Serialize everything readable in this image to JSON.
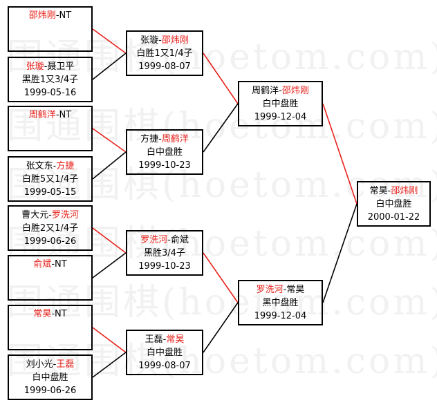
{
  "watermark": "围通围棋(hoetom.com)",
  "colors": {
    "winner": "#e8201a",
    "line_win": "#e8201a",
    "line_loss": "#000000"
  },
  "matches": [
    {
      "id": "r1m1",
      "p1": "邵炜刚",
      "p2": "NT",
      "winner": "p1",
      "line1": "",
      "line2": ""
    },
    {
      "id": "r1m2",
      "p1": "张璇",
      "p2": "聂卫平",
      "winner": "p1",
      "line1": "黑胜1又3/4子",
      "line2": "1999-05-16"
    },
    {
      "id": "r1m3",
      "p1": "周鹤洋",
      "p2": "NT",
      "winner": "p1",
      "line1": "",
      "line2": ""
    },
    {
      "id": "r1m4",
      "p1": "张文东",
      "p2": "方捷",
      "winner": "p2",
      "line1": "白胜5又1/4子",
      "line2": "1999-05-15"
    },
    {
      "id": "r1m5",
      "p1": "曹大元",
      "p2": "罗洗河",
      "winner": "p2",
      "line1": "白胜2又1/4子",
      "line2": "1999-06-26"
    },
    {
      "id": "r1m6",
      "p1": "俞斌",
      "p2": "NT",
      "winner": "p1",
      "line1": "",
      "line2": ""
    },
    {
      "id": "r1m7",
      "p1": "常昊",
      "p2": "NT",
      "winner": "p1",
      "line1": "",
      "line2": ""
    },
    {
      "id": "r1m8",
      "p1": "刘小光",
      "p2": "王磊",
      "winner": "p2",
      "line1": "白中盘胜",
      "line2": "1999-06-26"
    },
    {
      "id": "r2m1",
      "p1": "张璇",
      "p2": "邵炜刚",
      "winner": "p2",
      "line1": "白胜1又1/4子",
      "line2": "1999-08-07"
    },
    {
      "id": "r2m2",
      "p1": "方捷",
      "p2": "周鹤洋",
      "winner": "p2",
      "line1": "白中盘胜",
      "line2": "1999-10-23"
    },
    {
      "id": "r2m3",
      "p1": "罗洗河",
      "p2": "俞斌",
      "winner": "p1",
      "line1": "黑胜3/4子",
      "line2": "1999-10-23"
    },
    {
      "id": "r2m4",
      "p1": "王磊",
      "p2": "常昊",
      "winner": "p2",
      "line1": "白中盘胜",
      "line2": "1999-08-07"
    },
    {
      "id": "r3m1",
      "p1": "周鹤洋",
      "p2": "邵炜刚",
      "winner": "p2",
      "line1": "白中盘胜",
      "line2": "1999-12-04"
    },
    {
      "id": "r3m2",
      "p1": "罗洗河",
      "p2": "常昊",
      "winner": "p1",
      "line1": "黑中盘胜",
      "line2": "1999-12-04"
    },
    {
      "id": "final",
      "p1": "常昊",
      "p2": "邵炜刚",
      "winner": "p2",
      "line1": "白中盘胜",
      "line2": "2000-01-22"
    }
  ],
  "connectors": [
    {
      "from": "r1m1",
      "to": "r2m1",
      "won": true
    },
    {
      "from": "r1m2",
      "to": "r2m1",
      "won": false
    },
    {
      "from": "r1m3",
      "to": "r2m2",
      "won": true
    },
    {
      "from": "r1m4",
      "to": "r2m2",
      "won": false
    },
    {
      "from": "r1m5",
      "to": "r2m3",
      "won": true
    },
    {
      "from": "r1m6",
      "to": "r2m3",
      "won": false
    },
    {
      "from": "r1m7",
      "to": "r2m4",
      "won": true
    },
    {
      "from": "r1m8",
      "to": "r2m4",
      "won": false
    },
    {
      "from": "r2m1",
      "to": "r3m1",
      "won": true
    },
    {
      "from": "r2m2",
      "to": "r3m1",
      "won": false
    },
    {
      "from": "r2m3",
      "to": "r3m2",
      "won": true
    },
    {
      "from": "r2m4",
      "to": "r3m2",
      "won": false
    },
    {
      "from": "r3m1",
      "to": "final",
      "won": true
    },
    {
      "from": "r3m2",
      "to": "final",
      "won": false
    }
  ]
}
